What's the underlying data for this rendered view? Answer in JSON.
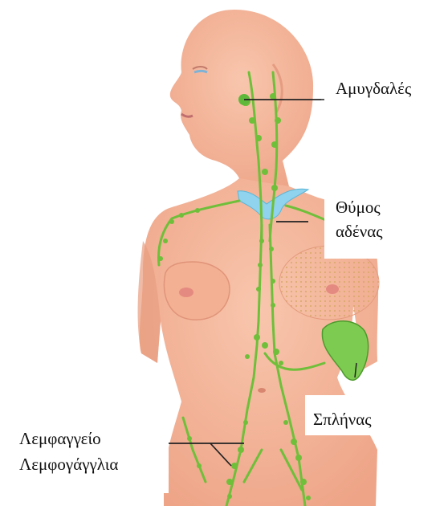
{
  "labels": {
    "tonsils": "Αμυγδαλές",
    "thymus_line1": "Θύμος",
    "thymus_line2": "αδένας",
    "spleen": "Σπλήνας",
    "lymph_vessel": "Λεμφαγγείο",
    "lymph_nodes": "Λεμφογάγγλια"
  },
  "colors": {
    "skin": "#f5b79a",
    "skin_shadow": "#e79a7d",
    "lymph": "#6fbf3a",
    "thymus": "#8fd3ee",
    "spleen": "#7ecb52",
    "breast_tissue": "#efcf86",
    "leader_line": "#222222"
  }
}
